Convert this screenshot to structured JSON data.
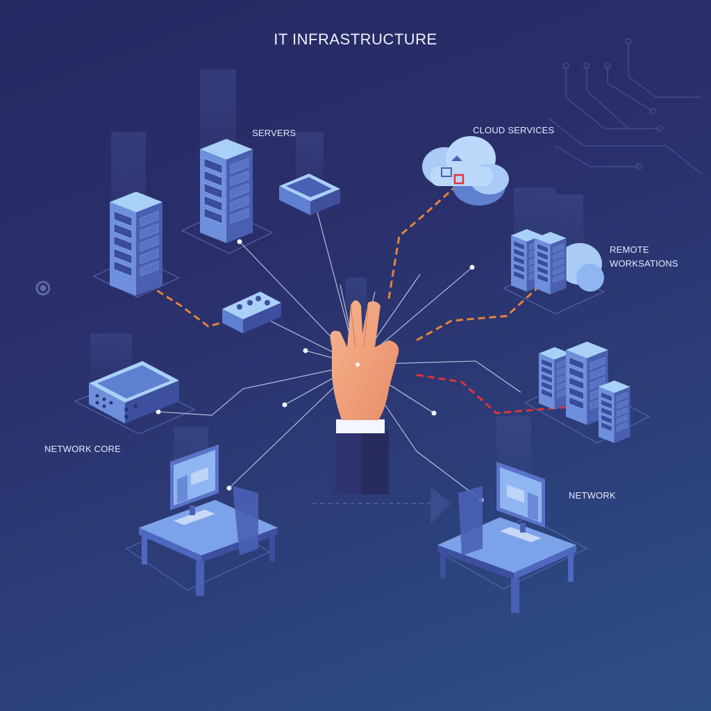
{
  "title": "IT INFRASTRUCTURE",
  "labels": {
    "servers": "SERVERS",
    "cloud_services": "CLOUD SERVICES",
    "remote_line1": "REMOTE",
    "remote_line2": "WORKSATIONS",
    "network_core": "NETWORK CORE",
    "network": "NETWORK"
  },
  "colors": {
    "background_top": "#262a63",
    "background_bottom": "#2e4f86",
    "device_light": "#9fc6f5",
    "device_mid": "#5f7fd0",
    "device_dark": "#3e4f9e",
    "link_orange": "#e5853a",
    "link_red": "#e2323a",
    "connector_white": "#dfe6ff",
    "hand_skin": "#f2a57e"
  }
}
